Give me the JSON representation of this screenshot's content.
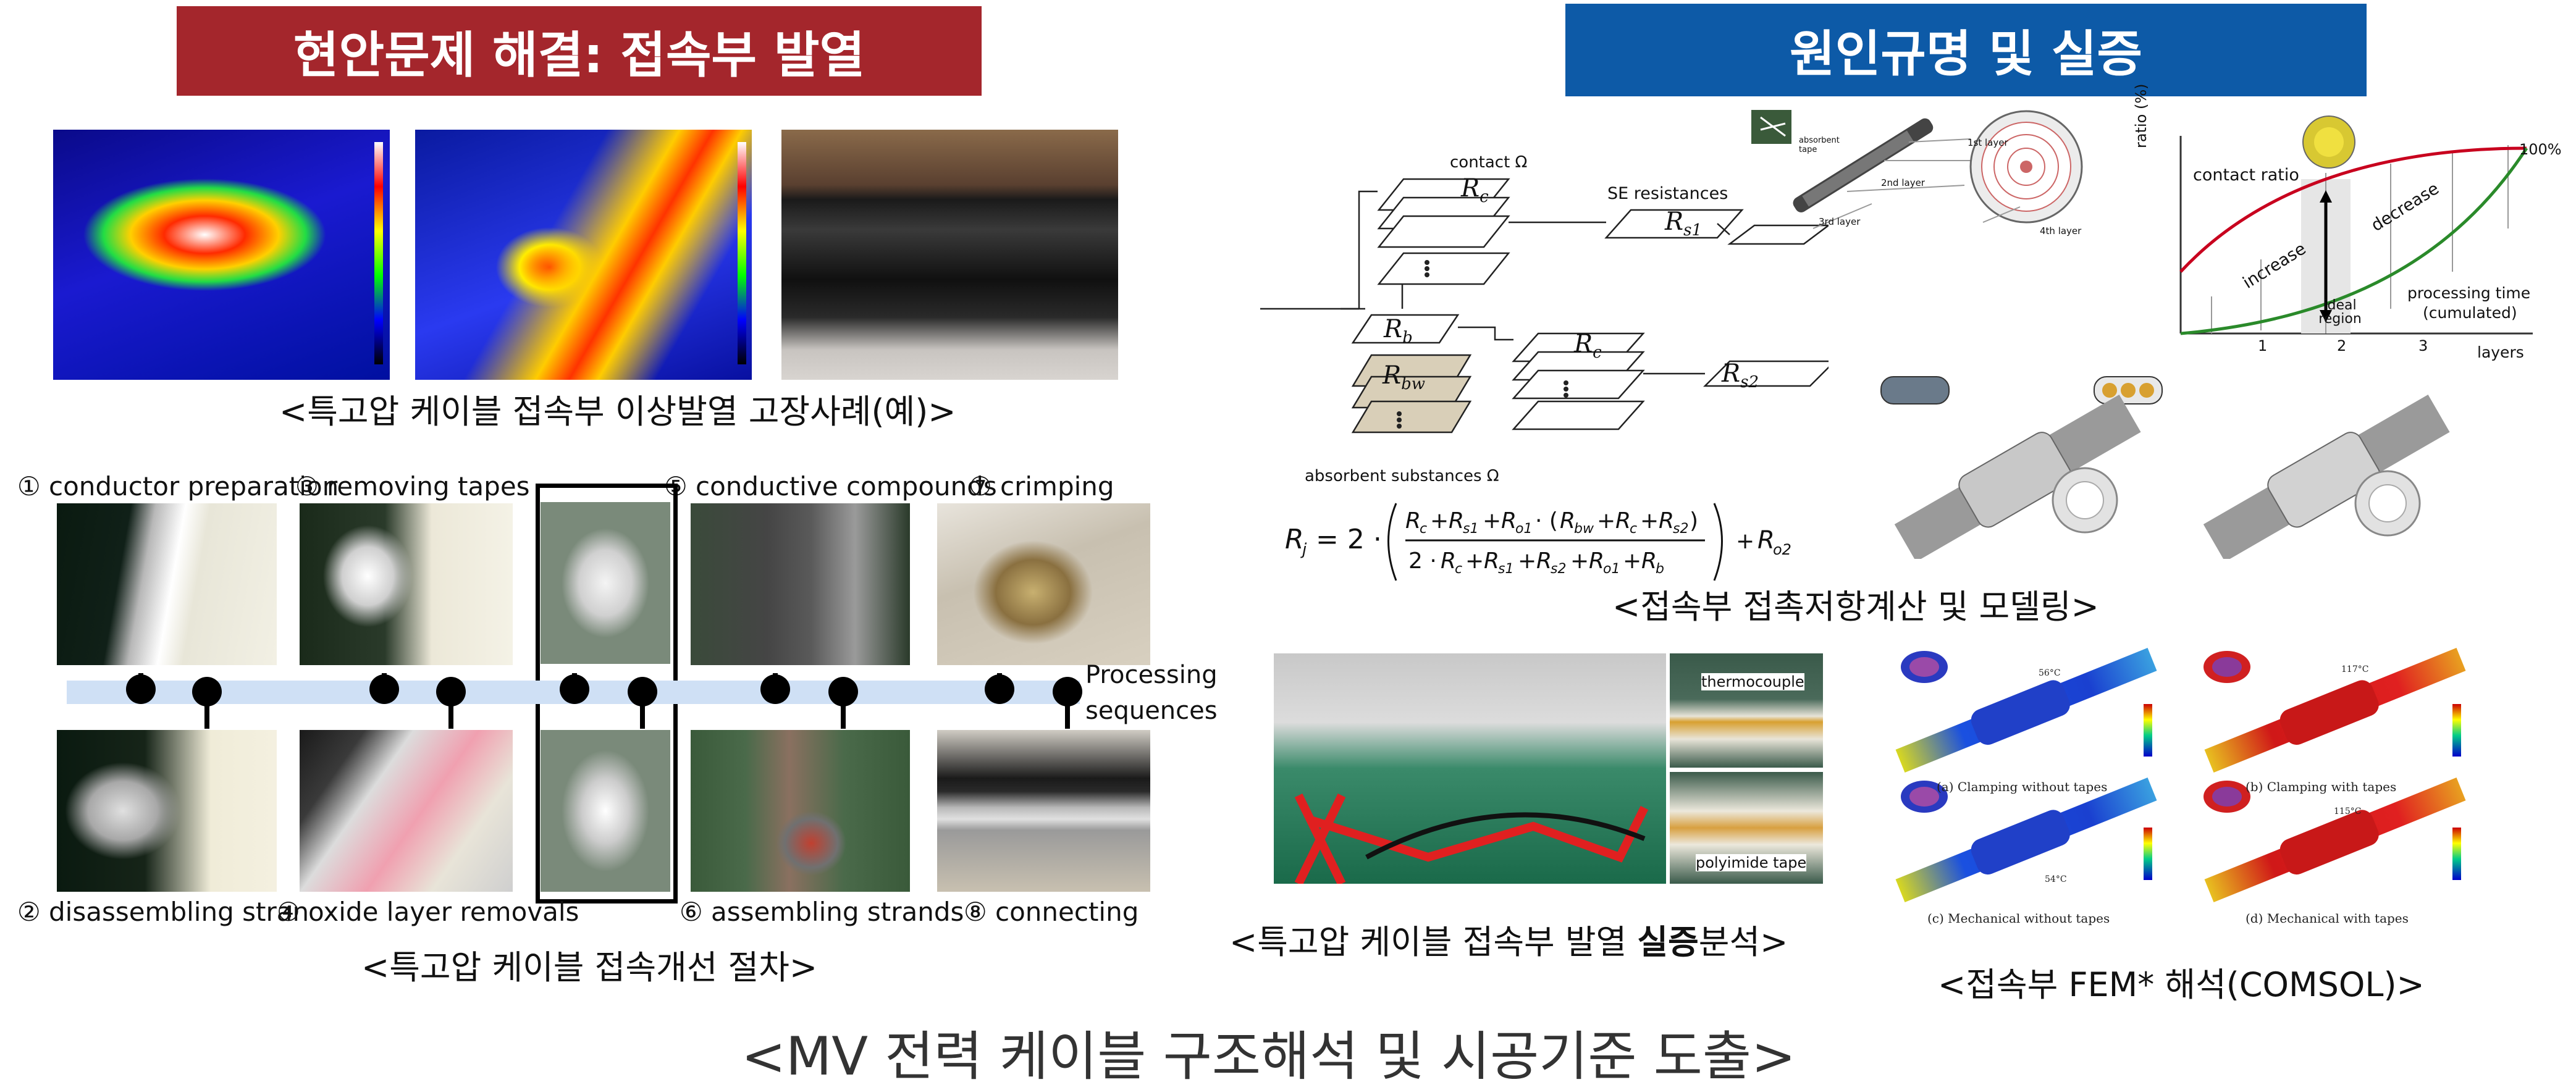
{
  "banners": {
    "left_title": "현안문제 해결: 접속부 발열",
    "right_title": "원인규명 및 실증",
    "left_color": "#a4262c",
    "right_color": "#0d5aa7"
  },
  "captions": {
    "thermal_cases": "<특고압 케이블 접속부 이상발열 고장사례(예)>",
    "improvement_procedure": "<특고압 케이블 접속개선 절차>",
    "contact_resistance": "<접속부 접촉저항계산 및 모델링>",
    "field_test_prefix": "<특고압 케이블 접속부 발열 ",
    "field_test_bold": "실증",
    "field_test_suffix": "분석>",
    "fem": "<접속부 FEM* 해석(COMSOL)>",
    "bottom": "<MV 전력 케이블 구조해석 및 시공기준 도출>"
  },
  "steps": {
    "s1": "① conductor preparation",
    "s3": "③ removing tapes",
    "s5": "⑤ conductive compounds",
    "s7": "⑦ crimping",
    "s2": "② disassembling stran",
    "s4": "④ oxide layer removals",
    "s6": "⑥ assembling strands",
    "s8": "⑧ connecting",
    "processing": "Processing",
    "sequences": "sequences"
  },
  "circuit": {
    "contact": "contact Ω",
    "se_resistances": "SE resistances",
    "absorbent": "absorbent substances Ω",
    "rc": "R",
    "rc_sub": "c",
    "rs1_sub": "s1",
    "rs2_sub": "s2",
    "rb_sub": "b",
    "rbw_sub": "bw"
  },
  "layers": {
    "absorbent_tape": "absorbent tape",
    "l1": "1st layer",
    "l2": "2nd layer",
    "l3": "3rd layer",
    "l4": "4th layer"
  },
  "ratio_chart": {
    "ylabel": "ratio (%)",
    "contact_ratio": "contact ratio",
    "increase": "increase",
    "decrease": "decrease",
    "ideal_region": "ideal region",
    "processing_time": "processing time",
    "cumulated": "(cumulated)",
    "pct100": "100%",
    "xlabel": "layers",
    "ticks": [
      "1",
      "2",
      "3"
    ]
  },
  "photo_labels": {
    "thermocouple": "thermocouple",
    "polyimide": "polyimide tape"
  },
  "fem": {
    "a": "(a) Clamping without tapes",
    "b": "(b) Clamping with tapes",
    "c": "(c) Mechanical without tapes",
    "d": "(d) Mechanical with tapes",
    "t_a": "56°C",
    "t_b": "117°C",
    "t_c": "54°C",
    "t_d": "115°C"
  }
}
